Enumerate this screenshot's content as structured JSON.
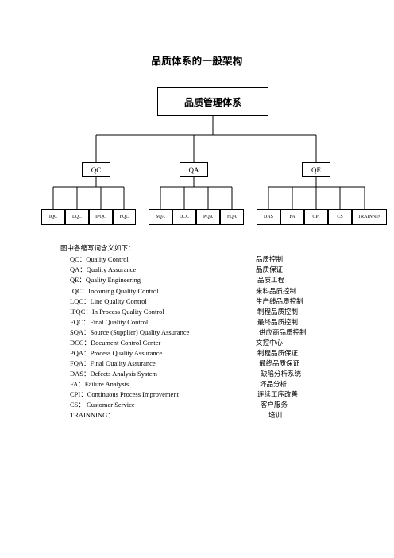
{
  "title": "品质体系的一般架构",
  "diagram": {
    "root": "品质管理体系",
    "groups": [
      {
        "label": "QC",
        "children": [
          "IQC",
          "LQC",
          "IPQC",
          "FQC"
        ]
      },
      {
        "label": "QA",
        "children": [
          "SQA",
          "DCC",
          "PQA",
          "FQA"
        ]
      },
      {
        "label": "QE",
        "children": [
          "DAS",
          "FA",
          "CPI",
          "CS",
          "TRAINNIN"
        ]
      }
    ]
  },
  "legend": {
    "intro": "图中各缩写词含义如下：",
    "items": [
      {
        "en": "QC：Quality Control",
        "zh": "品质控制"
      },
      {
        "en": "QA：Quality Assurance",
        "zh": "品质保证"
      },
      {
        "en": "QE：Quality Engineering",
        "zh": "品质工程"
      },
      {
        "en": "IQC：Incoming    Quality Control",
        "zh": "来料品质控制"
      },
      {
        "en": "LQC：Line Quality Control",
        "zh": "生产线品质控制"
      },
      {
        "en": "IPQC：In Process Quality Control",
        "zh": "制程品质控制"
      },
      {
        "en": "FQC：Final Quality Control",
        "zh": "最终品质控制"
      },
      {
        "en": "SQA：Source (Supplier) Quality Assurance",
        "zh": "供应商品质控制"
      },
      {
        "en": "DCC：Document Control Center",
        "zh": "文控中心"
      },
      {
        "en": "PQA：Process Quality Assurance",
        "zh": "制程品质保证"
      },
      {
        "en": "FQA：Final Quality Assurance",
        "zh": "最终品质保证"
      },
      {
        "en": "DAS：Defects Analysis System",
        "zh": "缺陷分析系统"
      },
      {
        "en": "FA：Failure Analysis",
        "zh": "坏品分析"
      },
      {
        "en": "CPI：Continuous Process Improvement",
        "zh": "连续工序改善"
      },
      {
        "en": "CS：   Customer Service",
        "zh": "客户服务"
      },
      {
        "en": "TRAINNING：",
        "zh": "培训"
      }
    ]
  }
}
